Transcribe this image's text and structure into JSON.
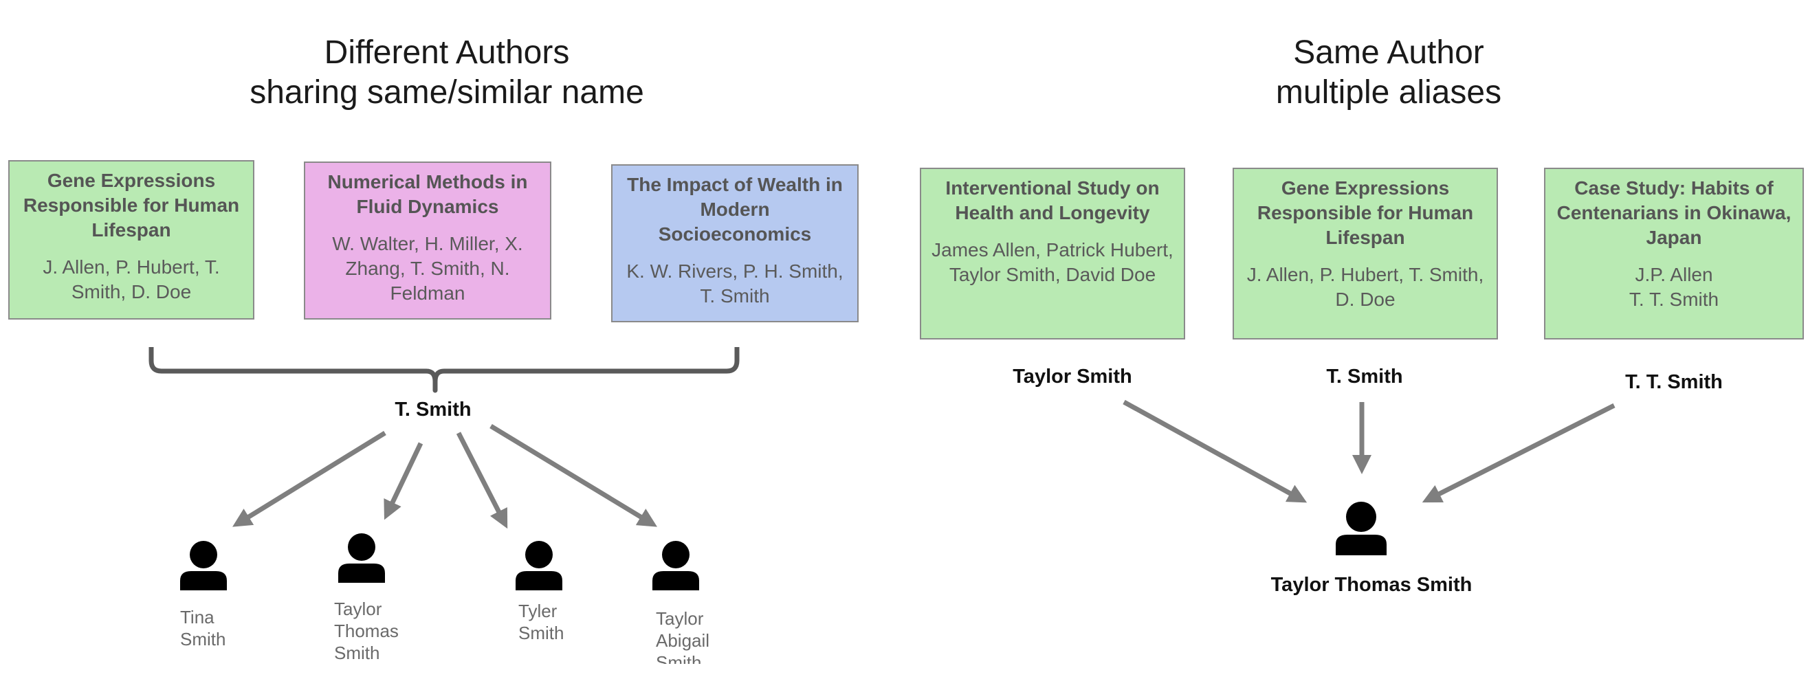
{
  "left": {
    "heading": {
      "line1": "Different Authors",
      "line2": "sharing same/similar name"
    },
    "papers": [
      {
        "title": "Gene Expressions Responsible for Human Lifespan",
        "authors": "J. Allen, P. Hubert, T. Smith, D. Doe",
        "color": "#b9eab3"
      },
      {
        "title": "Numerical Methods in Fluid Dynamics",
        "authors": "W. Walter, H. Miller, X. Zhang, T. Smith, N. Feldman",
        "color": "#ebb2e8"
      },
      {
        "title": "The Impact of Wealth in Modern Socioeconomics",
        "authors": "K. W. Rivers, P. H. Smith, T. Smith",
        "color": "#b6c9f0"
      }
    ],
    "shared_name": "T. Smith",
    "people": [
      {
        "lines": [
          "Tina",
          "Smith"
        ]
      },
      {
        "lines": [
          "Taylor",
          "Thomas",
          "Smith"
        ]
      },
      {
        "lines": [
          "Tyler",
          "Smith"
        ]
      },
      {
        "lines": [
          "Taylor",
          "Abigail",
          "Smith"
        ]
      }
    ]
  },
  "right": {
    "heading": {
      "line1": "Same Author",
      "line2": "multiple aliases"
    },
    "papers": [
      {
        "title": "Interventional Study on Health and Longevity",
        "authors": "James Allen, Patrick Hubert, Taylor Smith, David Doe",
        "alias": "Taylor Smith"
      },
      {
        "title": "Gene Expressions Responsible for Human Lifespan",
        "authors": "J. Allen, P. Hubert, T. Smith, D. Doe",
        "alias": "T. Smith"
      },
      {
        "title": "Case Study: Habits of Centenarians in Okinawa, Japan",
        "authors_line1": "J.P. Allen",
        "authors_line2": "T. T. Smith",
        "alias": "T. T. Smith"
      }
    ],
    "person": "Taylor Thomas Smith"
  },
  "colors": {
    "green": "#b9eab3",
    "pink": "#ebb2e8",
    "blue": "#b6c9f0",
    "arrow": "#7f7f7f",
    "bracket": "#5a5a5a"
  },
  "icons": [
    "person-icon",
    "arrow-icon",
    "bracket-icon"
  ]
}
